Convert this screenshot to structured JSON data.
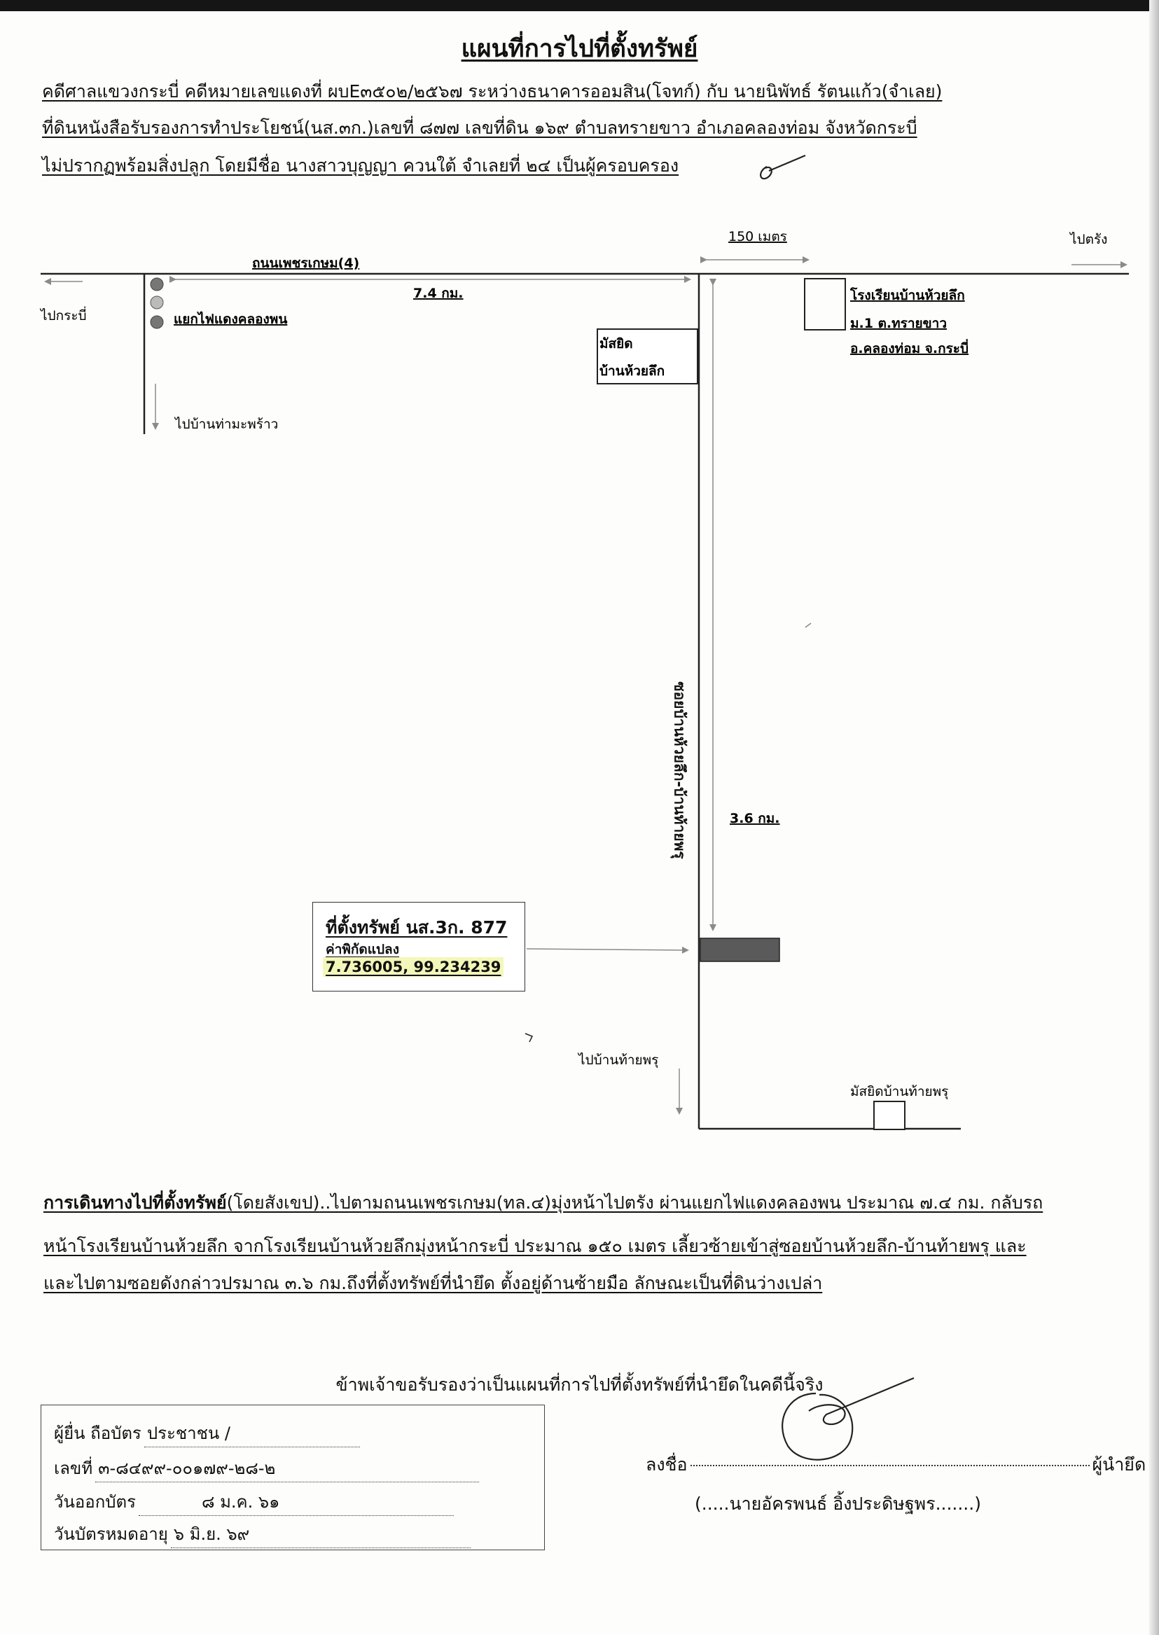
{
  "title": "แผนที่การไปที่ตั้งทรัพย์",
  "header_lines": [
    "คดีศาลแขวงกระบี่ คดีหมายเลขแดงที่ ผบE๓๕๐๒/๒๕๖๗ ระหว่างธนาคารออมสิน(โจทก์) กับ นายนิพัทธ์ รัตนแก้ว(จำเลย)",
    "ที่ดินหนังสือรับรองการทำประโยชน์(นส.๓ก.)เลขที่ ๘๗๗ เลขที่ดิน ๑๖๙ ตำบลทรายขาว อำเภอคลองท่อม จังหวัดกระบี่",
    "ไม่ปรากฏพร้อมสิ่งปลูก โดยมีชื่อ นางสาวบุญญา ควนใต้ จำเลยที่ ๒๔ เป็นผู้ครอบครอง"
  ],
  "map": {
    "road_main": "ถนนเพชรเกษม(4)",
    "to_krabi": "ไปกระบี่",
    "to_trang": "ไปตรัง",
    "traffic_light": "แยกไฟแดงคลองพน",
    "to_tha_maphrao": "ไปบ้านท่ามะพร้าว",
    "dist_main": "7.4 กม.",
    "dist_school": "150 เมตร",
    "school": [
      "โรงเรียนบ้านห้วยลึก",
      "ม.1 ต.ทรายขาว",
      "อ.คลองท่อม จ.กระบี่"
    ],
    "mosque_1": [
      "มัสยิด",
      "บ้านห้วยลึก"
    ],
    "soi_name": "ซอยบ้านห้วยลึก-บ้านท้ายพรุ",
    "dist_soi": "3.6 กม.",
    "property": {
      "title": "ที่ตั้งทรัพย์ นส.3ก. 877",
      "coord_label": "ค่าพิกัดแปลง",
      "coord": "7.736005, 99.234239"
    },
    "to_thai_phru": "ไปบ้านท้ายพรุ",
    "mosque_2": "มัสยิดบ้านท้ายพรุ",
    "colors": {
      "lines": "#222222",
      "arrows": "#8a8a8a",
      "property_block": "#5a5a5a",
      "traffic_light": "#777777"
    }
  },
  "directions": {
    "heading": "การเดินทางไปที่ตั้งทรัพย์",
    "heading_note": "(โดยสังเขป)",
    "line1": "..ไปตามถนนเพชรเกษม(ทล.๔)มุ่งหน้าไปตรัง ผ่านแยกไฟแดงคลองพน ประมาณ ๗.๔ กม. กลับรถ",
    "line2": "หน้าโรงเรียนบ้านห้วยลึก จากโรงเรียนบ้านห้วยลึกมุ่งหน้ากระบี่ ประมาณ ๑๕๐ เมตร เลี้ยวซ้ายเข้าสู่ซอยบ้านห้วยลึก-บ้านท้ายพรุ และ",
    "line3": "และไปตามซอยดังกล่าวปรมาณ ๓.๖ กม.ถึงที่ตั้งทรัพย์ที่นำยึด ตั้งอยู่ด้านซ้ายมือ ลักษณะเป็นที่ดินว่างเปล่า"
  },
  "certification": "ข้าพเจ้าขอรับรองว่าเป็นแผนที่การไปที่ตั้งทรัพย์ที่นำยึดในคดีนี้จริง",
  "id_card": {
    "label_1": "ผู้ยื่น ถือบัตร",
    "value_1": "ประชาชน /",
    "label_2": "เลขที่",
    "value_2": "๓-๘๔๙๙-๐๐๑๗๙-๒๘-๒",
    "label_3": "วันออกบัตร",
    "value_3": "๘ ม.ค. ๖๑",
    "label_4": "วันบัตรหมดอายุ",
    "value_4": "๖ มิ.ย. ๖๙"
  },
  "signature": {
    "label": "ลงชื่อ",
    "role": "ผู้นำยึด",
    "name_line": "(.....นายอัครพนธ์ อิ้งประดิษฐพร.......)"
  }
}
